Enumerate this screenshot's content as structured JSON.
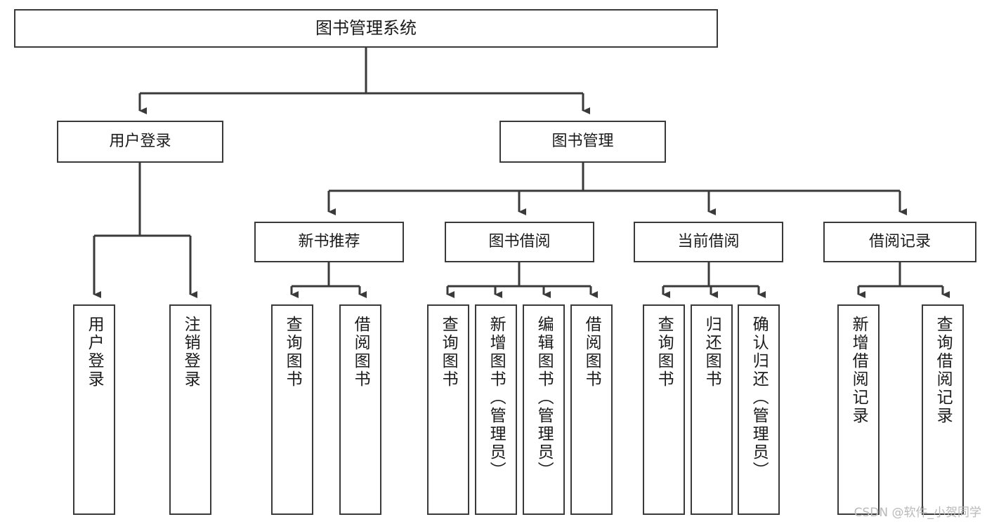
{
  "diagram": {
    "title": "图书管理系统",
    "watermark": "CSDN @软件_小贺同学",
    "colors": {
      "border": "#3a3a3a",
      "connector": "#3a3a3a",
      "text": "#1b1b1b",
      "background": "#ffffff",
      "watermark": "#b9b9b9"
    },
    "root": {
      "label": "图书管理系统"
    },
    "level2": [
      {
        "label": "用户登录"
      },
      {
        "label": "图书管理"
      }
    ],
    "level3": [
      {
        "label": "新书推荐"
      },
      {
        "label": "图书借阅"
      },
      {
        "label": "当前借阅"
      },
      {
        "label": "借阅记录"
      }
    ],
    "leaves": {
      "user_login": [
        {
          "label": "用户登录"
        },
        {
          "label": "注销登录"
        }
      ],
      "new_book_recommend": [
        {
          "label": "查询图书"
        },
        {
          "label": "借阅图书"
        }
      ],
      "book_borrow": [
        {
          "label": "查询图书"
        },
        {
          "label": "新增图书（管理员）"
        },
        {
          "label": "编辑图书（管理员）"
        },
        {
          "label": "借阅图书"
        }
      ],
      "current_borrow": [
        {
          "label": "查询图书"
        },
        {
          "label": "归还图书"
        },
        {
          "label": "确认归还（管理员）"
        }
      ],
      "borrow_record": [
        {
          "label": "新增借阅记录"
        },
        {
          "label": "查询借阅记录"
        }
      ]
    }
  }
}
